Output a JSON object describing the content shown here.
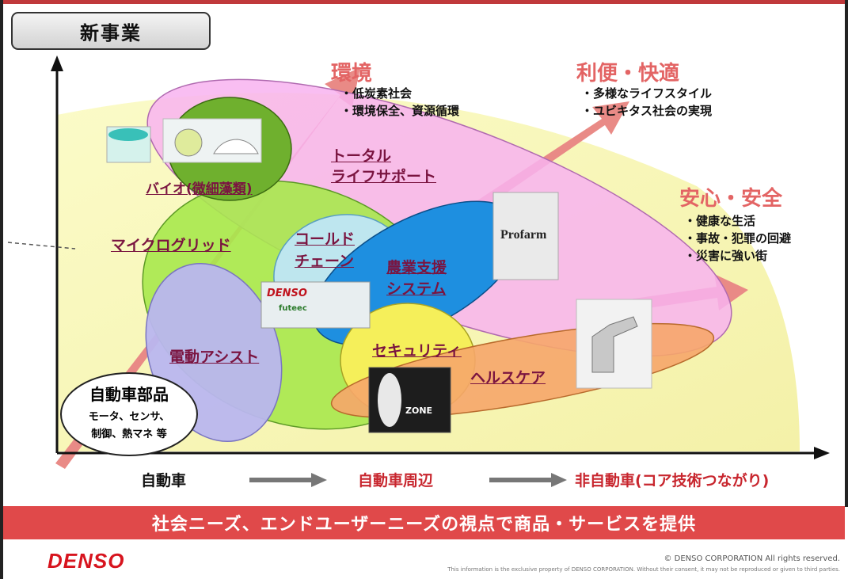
{
  "slide": {
    "title": "新事業",
    "goals": {
      "env": {
        "title": "環境",
        "items": [
          "・低炭素社会",
          "・環境保全、資源循環"
        ]
      },
      "conv": {
        "title": "利便・快適",
        "items": [
          "・多様なライフスタイル",
          "・ユビキタス社会の実現"
        ]
      },
      "safe": {
        "title": "安心・安全",
        "items": [
          "・健康な生活",
          "・事故・犯罪の回避",
          "・災害に強い街"
        ]
      }
    },
    "areas": {
      "bio": "バイオ(微細藻類)",
      "total_support": [
        "トータル",
        "ライフサポート"
      ],
      "microgrid": "マイクログリッド",
      "cold_chain": [
        "コールド",
        "チェーン"
      ],
      "agri": [
        "農業支援",
        "システム"
      ],
      "assist": "電動アシスト",
      "security": "セキュリティ",
      "health": "ヘルスケア"
    },
    "auto_parts": {
      "title": "自動車部品",
      "line1": "モータ、センサ、",
      "line2": "制御、熱マネ 等"
    },
    "photos": {
      "profarm": "Profarm",
      "denso_container": "DENSO",
      "futeec": "futeec",
      "zone": "ZONE"
    },
    "x_axis": {
      "a": "自動車",
      "b": "自動車周辺",
      "c": "非自動車(コア技術つながり)"
    },
    "banner": "社会ニーズ、エンドユーザーニーズの視点で商品・サービスを提供",
    "footer": {
      "logo": "DENSO",
      "copyright": "© DENSO CORPORATION All rights reserved.",
      "notice": "This information is the exclusive property of DENSO CORPORATION.  Without their consent, it may not be reproduced or given to third parties."
    },
    "colors": {
      "accent": "#e0494a",
      "heading": "#e36464",
      "area_text": "#7a1440"
    }
  }
}
